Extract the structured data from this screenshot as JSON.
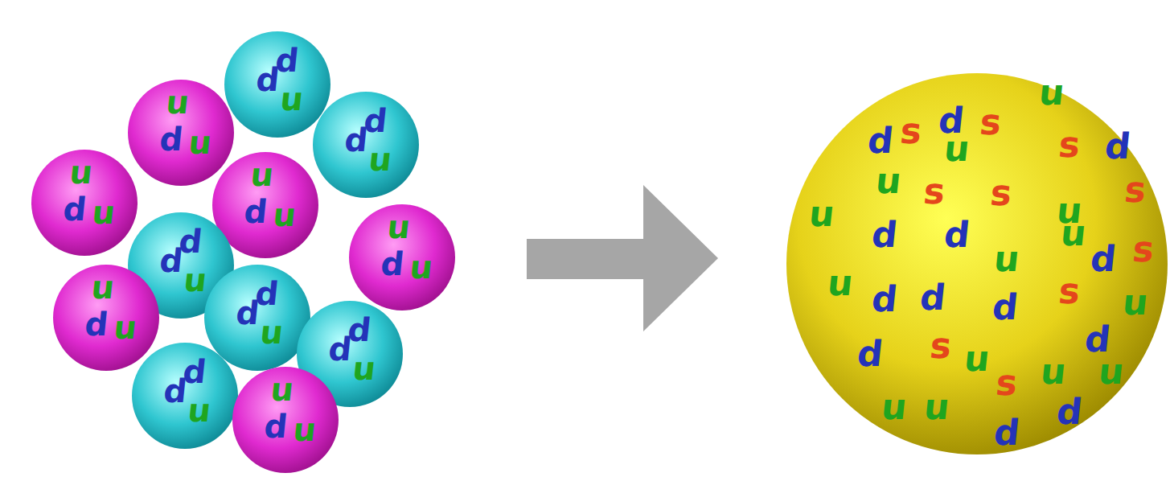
{
  "diagram": {
    "nodes": [
      {
        "text": [
          "d",
          "d",
          "u"
        ]
      },
      {
        "text": [
          "u",
          "d",
          "u"
        ]
      },
      {
        "text": [
          "d",
          "d",
          "u"
        ]
      },
      {
        "text": [
          "u",
          "d",
          "u"
        ]
      },
      {
        "text": [
          "u",
          "d",
          "u"
        ]
      },
      {
        "text": [
          "u",
          "d",
          "u"
        ]
      },
      {
        "text": [
          "d",
          "d",
          "u"
        ]
      },
      {
        "text": [
          "d",
          "d",
          "u"
        ]
      },
      {
        "text": [
          "u",
          "d",
          "u"
        ]
      },
      {
        "text": [
          "d",
          "d",
          "u"
        ]
      },
      {
        "text": [
          "d",
          "d",
          "u"
        ]
      },
      {
        "text": [
          "u",
          "d",
          "u"
        ]
      },
      {
        "text": [
          "d",
          "s",
          "d",
          "s",
          "u",
          "u",
          "s",
          "d",
          "u",
          "s",
          "s",
          "u",
          "s",
          "u",
          "d",
          "d",
          "u",
          "u",
          "d",
          "s",
          "u",
          "d",
          "d",
          "d",
          "s",
          "u",
          "d",
          "s",
          "u",
          "s",
          "u",
          "u",
          "d",
          "u",
          "u",
          "d",
          "d"
        ]
      }
    ]
  }
}
